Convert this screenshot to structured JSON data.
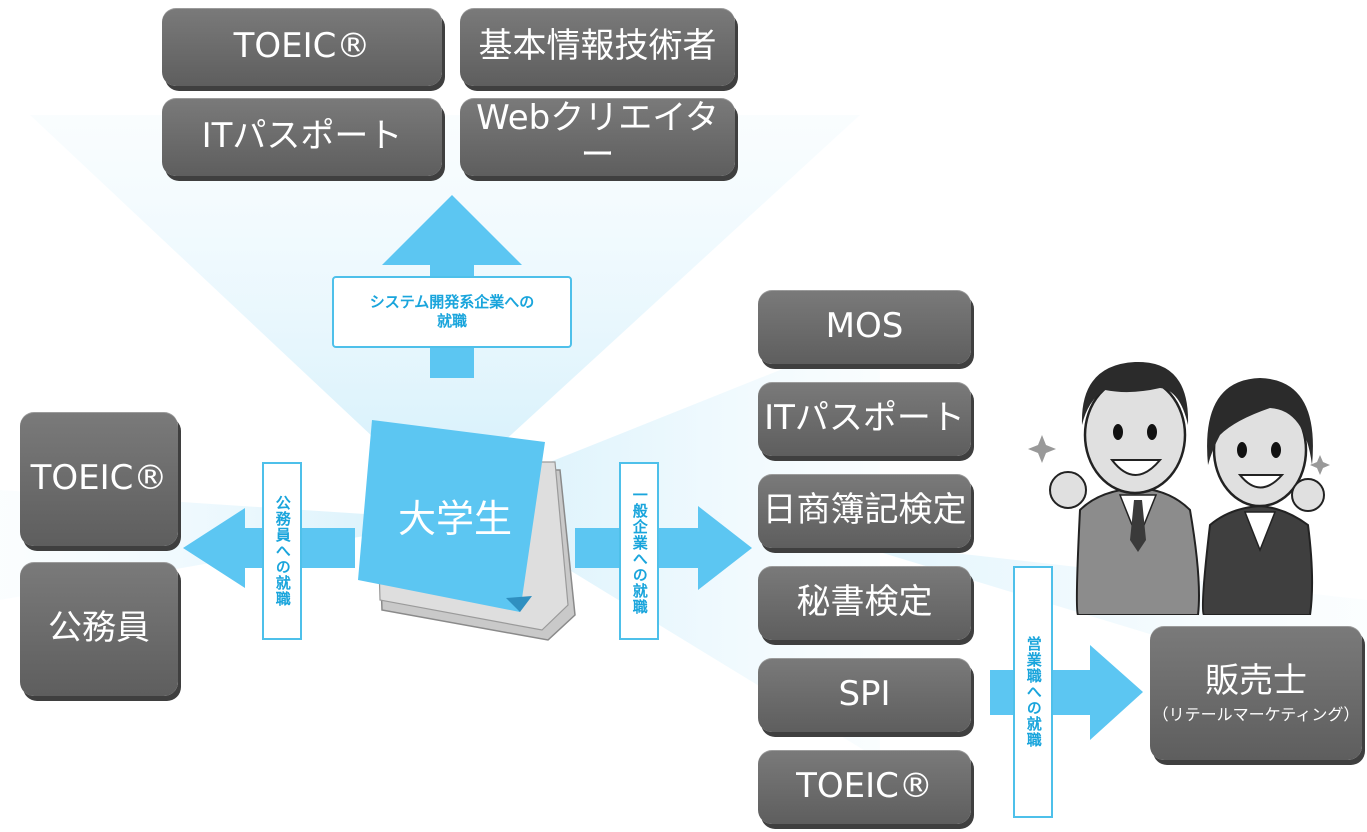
{
  "center": {
    "label": "大学生"
  },
  "routes": {
    "system": "システム開発系企業への就職",
    "public": "公務員への就職",
    "general": "一般企業への就職",
    "sales": "営業職への就職"
  },
  "top_certs": [
    "TOEIC®",
    "基本情報技術者",
    "ITパスポート",
    "Webクリエイター"
  ],
  "left_certs": [
    "TOEIC®",
    "公務員"
  ],
  "right_certs": [
    "MOS",
    "ITパスポート",
    "日商簿記検定",
    "秘書検定",
    "SPI",
    "TOEIC®"
  ],
  "sales_cert": {
    "title": "販売士",
    "sub": "（リテールマーケティング）"
  },
  "colors": {
    "accent": "#5cc6f2",
    "label_border": "#4ec0ea",
    "label_text": "#1aa5dc",
    "pill": "#6b6b6b"
  },
  "illustration": "businessman-and-businesswoman-icon"
}
